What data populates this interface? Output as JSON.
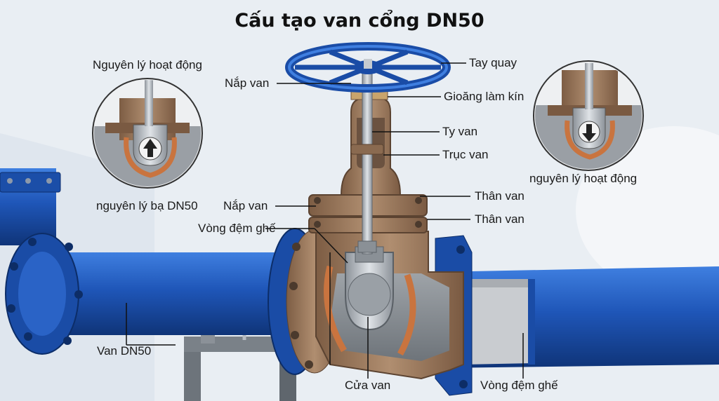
{
  "title": "Cấu tạo van cổng DN50",
  "labels": {
    "tay_quay": "Tay quay",
    "nap_van_top": "Nắp van",
    "gioang": "Gioăng làm kín",
    "ty_van": "Ty van",
    "truc_van": "Trục van",
    "than_van_1": "Thân van",
    "than_van_2": "Thân van",
    "nap_van_mid": "Nắp van",
    "vong_dem_ghe_left": "Vòng đệm ghế",
    "vong_dem_ghe_right": "Vòng đệm ghế",
    "van_dn50": "Van DN50",
    "cua_van": "Cửa van",
    "inset_left_top": "Nguyên lý hoạt động",
    "inset_left_bottom": "nguyên lý bạ DN50",
    "inset_right_bottom": "nguyên lý hoạt động"
  },
  "colors": {
    "pipe_blue": "#1f56b8",
    "pipe_dark": "#123b86",
    "bronze": "#9c7a5e",
    "bronze_dark": "#6f523c",
    "copper": "#c9743f",
    "steel": "#b9bec4",
    "background": "#e9eef3"
  },
  "icons": [
    "up-arrow-icon",
    "down-arrow-icon"
  ]
}
